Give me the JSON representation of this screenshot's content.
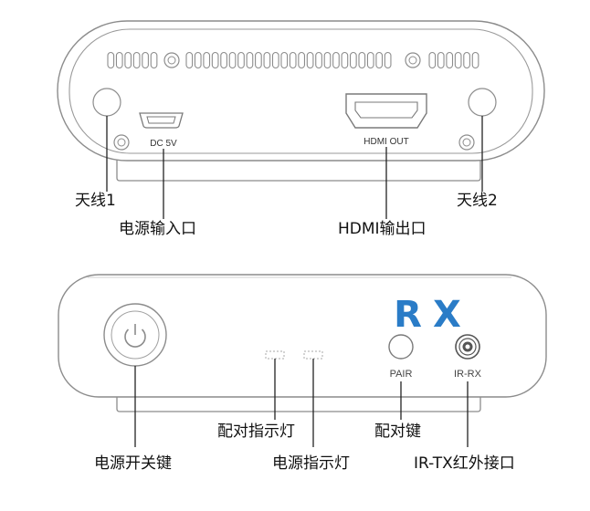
{
  "top_panel": {
    "port_labels": {
      "dc": "DC 5V",
      "hdmi": "HDMI OUT"
    },
    "callouts": {
      "antenna1": "天线1",
      "antenna2": "天线2",
      "power_input": "电源输入口",
      "hdmi_output": "HDMI输出口"
    }
  },
  "bottom_panel": {
    "brand": "RX",
    "port_labels": {
      "pair": "PAIR",
      "ir": "IR-RX"
    },
    "callouts": {
      "pair_indicator": "配对指示灯",
      "pair_button": "配对键",
      "power_switch": "电源开关键",
      "power_indicator": "电源指示灯",
      "ir_port": "IR-TX红外接口"
    }
  },
  "colors": {
    "outline": "#8c8c8c",
    "leader_line": "#222222",
    "brand_blue": "#2a7cc7",
    "text": "#111111"
  }
}
